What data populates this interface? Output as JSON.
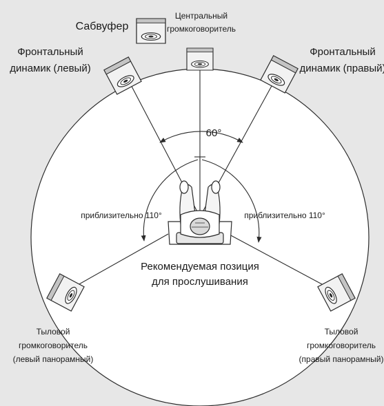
{
  "labels": {
    "subwoofer": "Сабвуфер",
    "center_line1": "Центральный",
    "center_line2": "громкоговоритель",
    "front_left_line1": "Фронтальный",
    "front_left_line2": "динамик (левый)",
    "front_right_line1": "Фронтальный",
    "front_right_line2": "динамик (правый)",
    "angle_front": "60°",
    "angle_left": "приблизительно 110°",
    "angle_right": "приблизительно 110°",
    "listening_line1": "Рекомендуемая позиция",
    "listening_line2": "для прослушивания",
    "rear_left_line1": "Тыловой",
    "rear_left_line2": "громкоговоритель",
    "rear_left_line3": "(левый панорамный)",
    "rear_right_line1": "Тыловой",
    "rear_right_line2": "громкоговоритель",
    "rear_right_line3": "(правый панорамный)"
  },
  "colors": {
    "background": "#e7e7e7",
    "circle_fill": "#ffffff",
    "line": "#2b2b2b",
    "speaker_face": "#f2f2f2",
    "speaker_side": "#c4c4c4"
  }
}
